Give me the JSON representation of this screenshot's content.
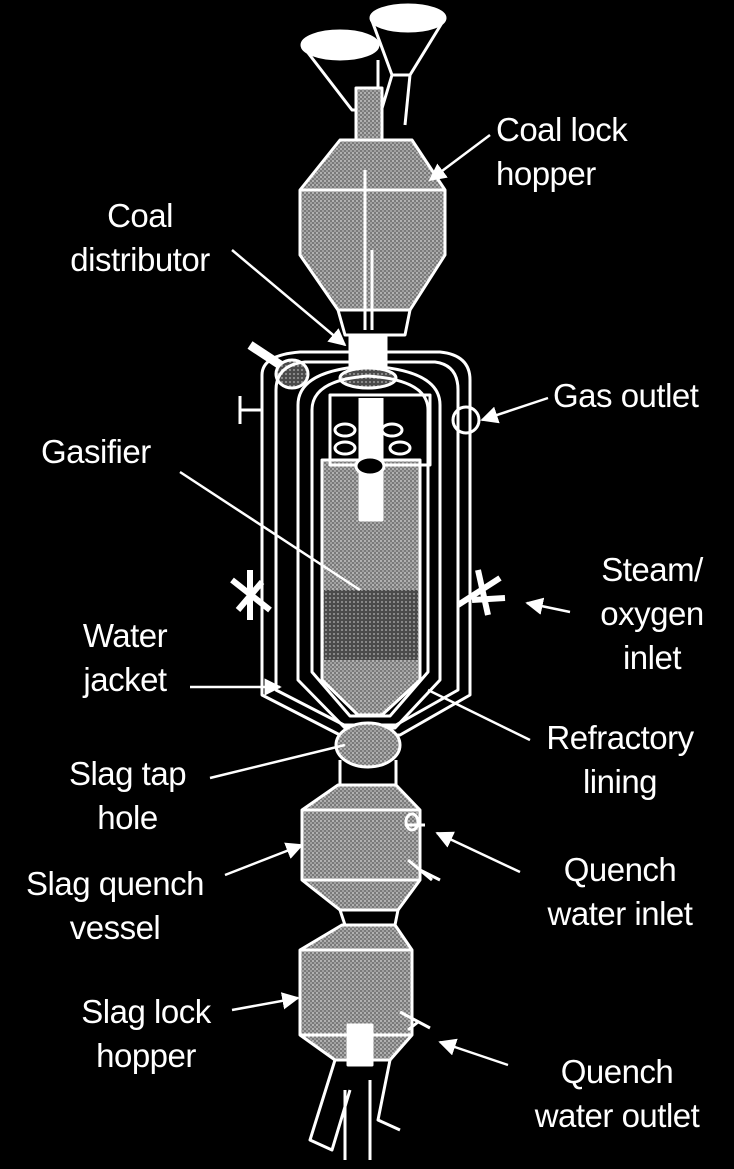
{
  "labels": {
    "coal_lock_hopper": "Coal lock\nhopper",
    "coal_distributor": "Coal\ndistributor",
    "gas_outlet": "Gas outlet",
    "gasifier": "Gasifier",
    "steam_oxygen_inlet": "Steam/\noxygen\ninlet",
    "water_jacket": "Water\njacket",
    "refractory_lining": "Refractory\nlining",
    "slag_tap_hole": "Slag tap\nhole",
    "slag_quench_vessel": "Slag quench\nvessel",
    "quench_water_inlet": "Quench\nwater inlet",
    "slag_lock_hopper": "Slag lock\nhopper",
    "quench_water_outlet": "Quench\nwater outlet"
  },
  "colors": {
    "background": "#000000",
    "line": "#ffffff",
    "fill": "#8c8c8c"
  }
}
